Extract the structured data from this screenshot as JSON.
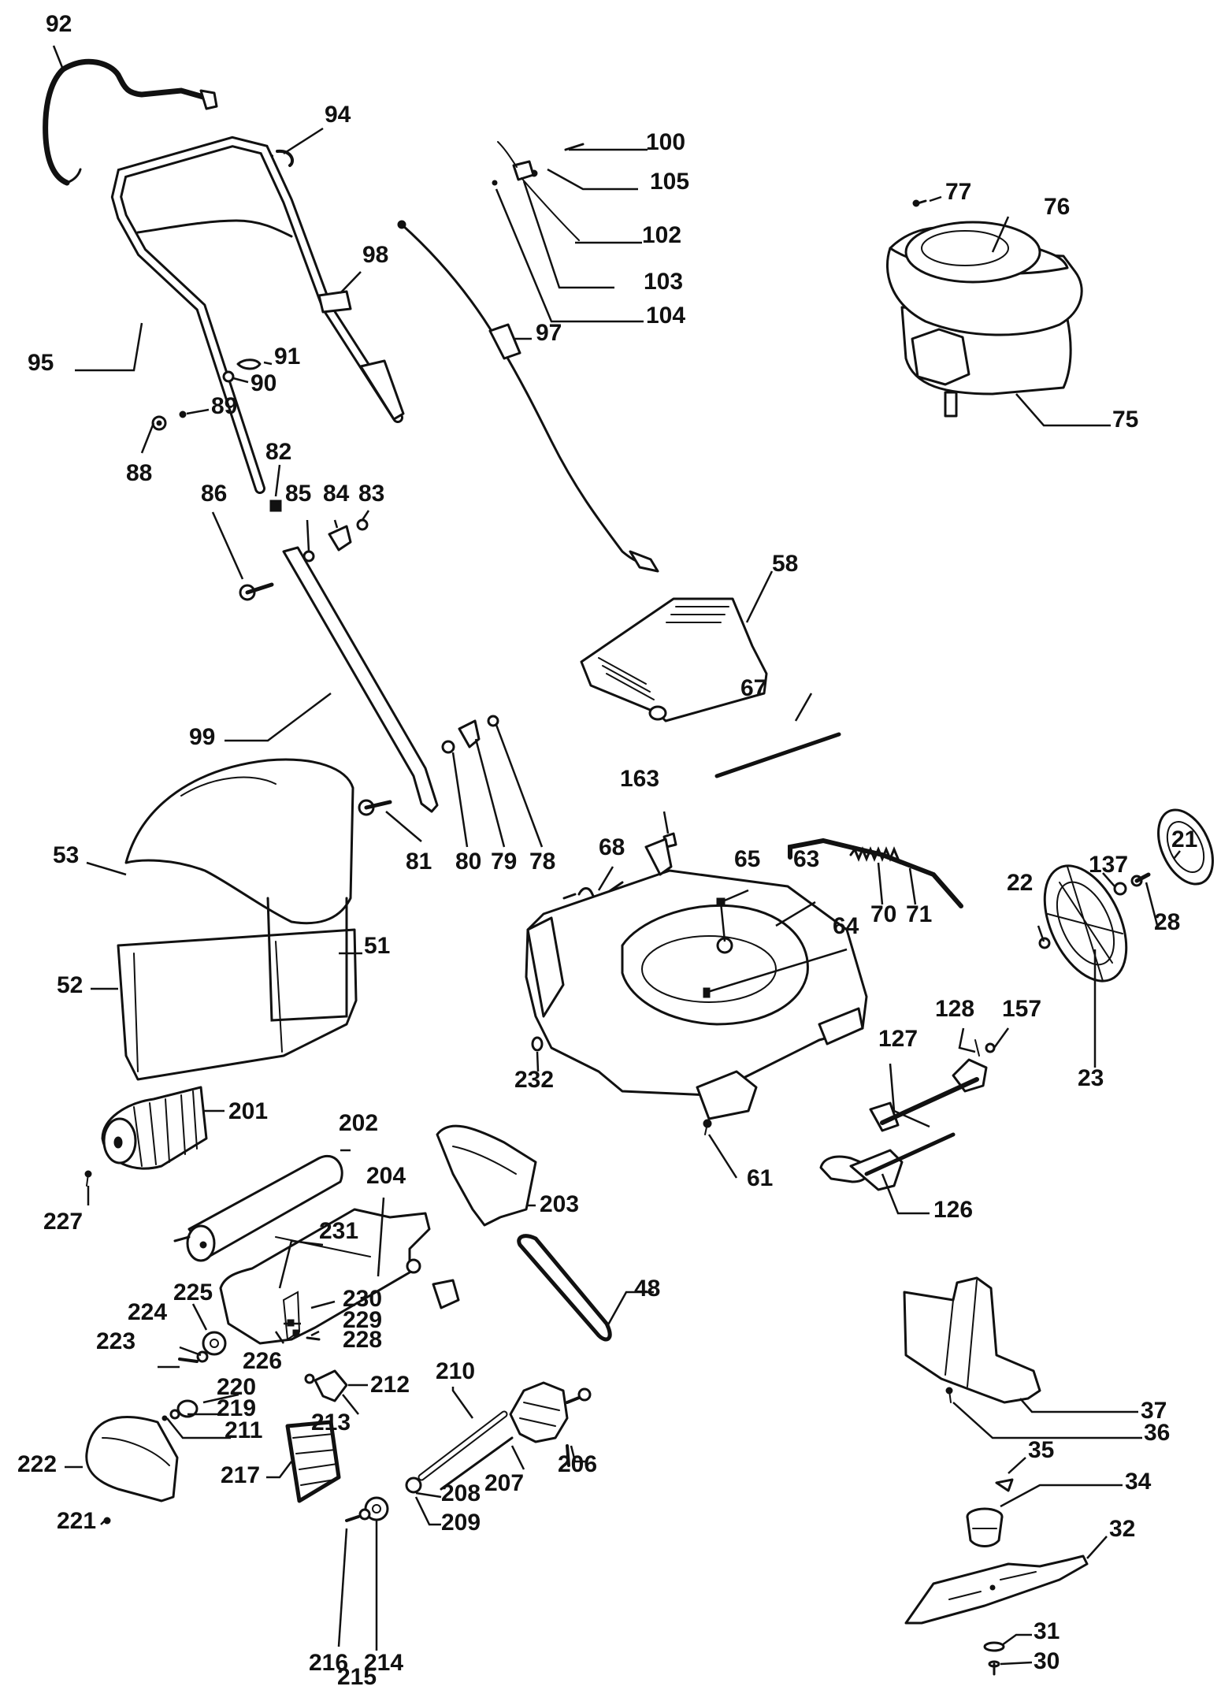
{
  "diagram": {
    "labels": [
      {
        "id": "92",
        "text": "92"
      },
      {
        "id": "94",
        "text": "94"
      },
      {
        "id": "100",
        "text": "100"
      },
      {
        "id": "105",
        "text": "105"
      },
      {
        "id": "102",
        "text": "102"
      },
      {
        "id": "103",
        "text": "103"
      },
      {
        "id": "104",
        "text": "104"
      },
      {
        "id": "77",
        "text": "77"
      },
      {
        "id": "76",
        "text": "76"
      },
      {
        "id": "75",
        "text": "75"
      },
      {
        "id": "98",
        "text": "98"
      },
      {
        "id": "97",
        "text": "97"
      },
      {
        "id": "95",
        "text": "95"
      },
      {
        "id": "91",
        "text": "91"
      },
      {
        "id": "90",
        "text": "90"
      },
      {
        "id": "89",
        "text": "89"
      },
      {
        "id": "88",
        "text": "88"
      },
      {
        "id": "82",
        "text": "82"
      },
      {
        "id": "86",
        "text": "86"
      },
      {
        "id": "85",
        "text": "85"
      },
      {
        "id": "84",
        "text": "84"
      },
      {
        "id": "83",
        "text": "83"
      },
      {
        "id": "58",
        "text": "58"
      },
      {
        "id": "67",
        "text": "67"
      },
      {
        "id": "99",
        "text": "99"
      },
      {
        "id": "81",
        "text": "81"
      },
      {
        "id": "80",
        "text": "80"
      },
      {
        "id": "79",
        "text": "79"
      },
      {
        "id": "78",
        "text": "78"
      },
      {
        "id": "163",
        "text": "163"
      },
      {
        "id": "53",
        "text": "53"
      },
      {
        "id": "68",
        "text": "68"
      },
      {
        "id": "65",
        "text": "65"
      },
      {
        "id": "63",
        "text": "63"
      },
      {
        "id": "70",
        "text": "70"
      },
      {
        "id": "71",
        "text": "71"
      },
      {
        "id": "137",
        "text": "137"
      },
      {
        "id": "21",
        "text": "21"
      },
      {
        "id": "22",
        "text": "22"
      },
      {
        "id": "28",
        "text": "28"
      },
      {
        "id": "51",
        "text": "51"
      },
      {
        "id": "52",
        "text": "52"
      },
      {
        "id": "64",
        "text": "64"
      },
      {
        "id": "128",
        "text": "128"
      },
      {
        "id": "157",
        "text": "157"
      },
      {
        "id": "127",
        "text": "127"
      },
      {
        "id": "232",
        "text": "232"
      },
      {
        "id": "23",
        "text": "23"
      },
      {
        "id": "201",
        "text": "201"
      },
      {
        "id": "202",
        "text": "202"
      },
      {
        "id": "61",
        "text": "61"
      },
      {
        "id": "204",
        "text": "204"
      },
      {
        "id": "227",
        "text": "227"
      },
      {
        "id": "203",
        "text": "203"
      },
      {
        "id": "126",
        "text": "126"
      },
      {
        "id": "231",
        "text": "231"
      },
      {
        "id": "48",
        "text": "48"
      },
      {
        "id": "225",
        "text": "225"
      },
      {
        "id": "230",
        "text": "230"
      },
      {
        "id": "224",
        "text": "224"
      },
      {
        "id": "229",
        "text": "229"
      },
      {
        "id": "228",
        "text": "228"
      },
      {
        "id": "223",
        "text": "223"
      },
      {
        "id": "226",
        "text": "226"
      },
      {
        "id": "212",
        "text": "212"
      },
      {
        "id": "210",
        "text": "210"
      },
      {
        "id": "220",
        "text": "220"
      },
      {
        "id": "219",
        "text": "219"
      },
      {
        "id": "211",
        "text": "211"
      },
      {
        "id": "213",
        "text": "213"
      },
      {
        "id": "37",
        "text": "37"
      },
      {
        "id": "36",
        "text": "36"
      },
      {
        "id": "222",
        "text": "222"
      },
      {
        "id": "206",
        "text": "206"
      },
      {
        "id": "217",
        "text": "217"
      },
      {
        "id": "207",
        "text": "207"
      },
      {
        "id": "35",
        "text": "35"
      },
      {
        "id": "34",
        "text": "34"
      },
      {
        "id": "208",
        "text": "208"
      },
      {
        "id": "221",
        "text": "221"
      },
      {
        "id": "209",
        "text": "209"
      },
      {
        "id": "32",
        "text": "32"
      },
      {
        "id": "216",
        "text": "216"
      },
      {
        "id": "214",
        "text": "214"
      },
      {
        "id": "31",
        "text": "31"
      },
      {
        "id": "215",
        "text": "215"
      },
      {
        "id": "30",
        "text": "30"
      }
    ]
  }
}
